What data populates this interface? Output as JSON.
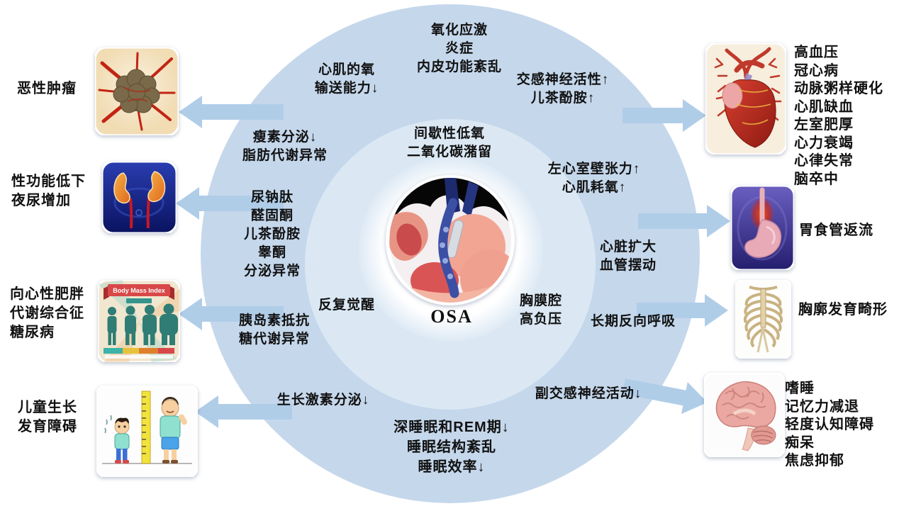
{
  "center": {
    "osa_label": "OSA",
    "core": [
      "间歇性低氧",
      "二氧化碳潴留"
    ]
  },
  "mechanisms": {
    "oxidative": [
      "氧化应激",
      "炎症",
      "内皮功能紊乱"
    ],
    "myocardial_oxygen": [
      "心肌的氧",
      "输送能力↓"
    ],
    "sympathetic": [
      "交感神经活性↑",
      "儿茶酚胺↑"
    ],
    "leptin": [
      "瘦素分泌↓",
      "脂肪代谢异常"
    ],
    "hormone_secretion": [
      "尿钠肽",
      "醛固酮",
      "儿茶酚胺",
      "睾酮",
      "分泌异常"
    ],
    "lv_wall": [
      "左心室壁张力↑",
      "心肌耗氧↑"
    ],
    "cardiac_enlargement": [
      "心脏扩大",
      "血管摆动"
    ],
    "arousal": [
      "反复觉醒"
    ],
    "pleural_pressure": [
      "胸膜腔",
      "高负压"
    ],
    "paradoxical_breathing": [
      "长期反向呼吸"
    ],
    "insulin_resistance": [
      "胰岛素抵抗",
      "糖代谢异常"
    ],
    "growth_hormone": [
      "生长激素分泌↓"
    ],
    "parasympathetic": [
      "副交感神经活动↓"
    ],
    "sleep_disruption": [
      "深睡眠和REM期↓",
      "睡眠结构紊乱",
      "睡眠效率↓"
    ]
  },
  "outcomes": {
    "malignancy": [
      "恶性肿瘤"
    ],
    "renal_sexual": [
      "性功能低下",
      "夜尿增加"
    ],
    "metabolic": [
      "向心性肥胖",
      "代谢综合征",
      "糖尿病"
    ],
    "child_growth": [
      "儿童生长",
      "发育障碍"
    ],
    "cardiovascular": [
      "高血压",
      "冠心病",
      "动脉粥样硬化",
      "心肌缺血",
      "左室肥厚",
      "心力衰竭",
      "心律失常",
      "脑卒中"
    ],
    "gerd": [
      "胃食管返流"
    ],
    "thorax": [
      "胸廓发育畸形"
    ],
    "neurocognitive": [
      "嗜睡",
      "记忆力减退",
      "轻度认知障碍",
      "痴呆",
      "焦虑抑郁"
    ]
  },
  "images": {
    "bmi_banner": "Body Mass Index"
  },
  "colors": {
    "outer_ring": "#c5d7eb",
    "inner_ring": "#dbe8f4",
    "arrow": "#b0cde8",
    "text": "#111111"
  }
}
